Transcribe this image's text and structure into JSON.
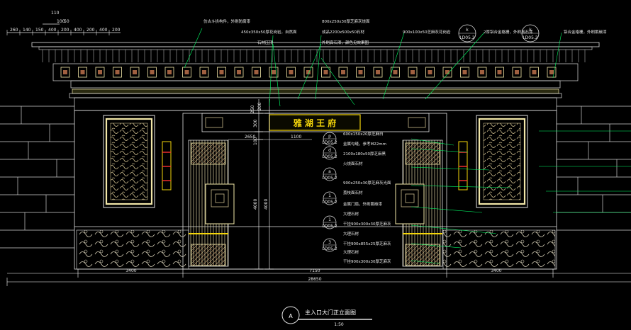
{
  "palette": {
    "background": "#000000",
    "linework": "#e0e0e0",
    "dimension": "#ffffff",
    "leader": "#00ff66",
    "sign_text": "#f5d60a",
    "stone": "#f2e7a8",
    "pattern": "#c9b98a",
    "accent_red": "#ff3030",
    "lamp_yellow": "#f5d60a"
  },
  "top_dimensions": [
    "260",
    "140",
    "150",
    "400",
    "200",
    "400",
    "200",
    "400",
    "200",
    "110",
    "100",
    "50"
  ],
  "sign": {
    "text": "雅  湖  王  府"
  },
  "bottom_dimensions": {
    "left": "3400",
    "center": "7150",
    "right": "3400",
    "overall": "28650"
  },
  "center_dimensions": {
    "height_a": "4000",
    "height_b": "4000",
    "top_a": "250",
    "top_b": "200",
    "sign_h": "300",
    "opening_w": "1100",
    "left_w": "2650",
    "mid_h": "100"
  },
  "callout_tags": [
    {
      "code": "k",
      "sheet": "LD05.2"
    },
    {
      "code": "k",
      "sheet": "LD05.2"
    }
  ],
  "side_tags": [
    {
      "code": "p",
      "sheet": "LD05.2"
    },
    {
      "code": "d",
      "sheet": "LD05.2"
    },
    {
      "code": "a",
      "sheet": "LD05.2"
    },
    {
      "code": "1",
      "sheet": "LD05.2"
    },
    {
      "code": "1",
      "sheet": "LD05.2"
    },
    {
      "code": "3",
      "sheet": "LD05.2"
    }
  ],
  "annotations": {
    "top": [
      "仿古斗拱构件，外刷防腐漆",
      "450x350x50厚花岗岩，自然面",
      "800x250x30厚芝麻灰烧面",
      "成品2200x500x50石材",
      "900x100x50芝麻灰花岗岩",
      "石材压顶",
      "外刷真石漆，颜色见效果图",
      "2厚铝合金格栅，外刷真石漆",
      "铝合金格栅，外刷氟碳漆"
    ],
    "side": [
      "600x150x20厚芝麻白",
      "金属勾缝，参考M22mm",
      "2100x180x50厚芝麻黑",
      "火烧面石材",
      "900x250x30厚芝麻灰光面",
      "荔枝面石材",
      "金属门扇，外刷氟碳漆",
      "大理石材",
      "干挂900x300x30厚芝麻灰",
      "大理石材",
      "干挂900x855x25厚芝麻灰",
      "大理石材",
      "干挂900x300x30厚芝麻灰"
    ]
  },
  "title": {
    "marker": "A",
    "text": "主入口大门正立面图",
    "scale": "1:50"
  }
}
